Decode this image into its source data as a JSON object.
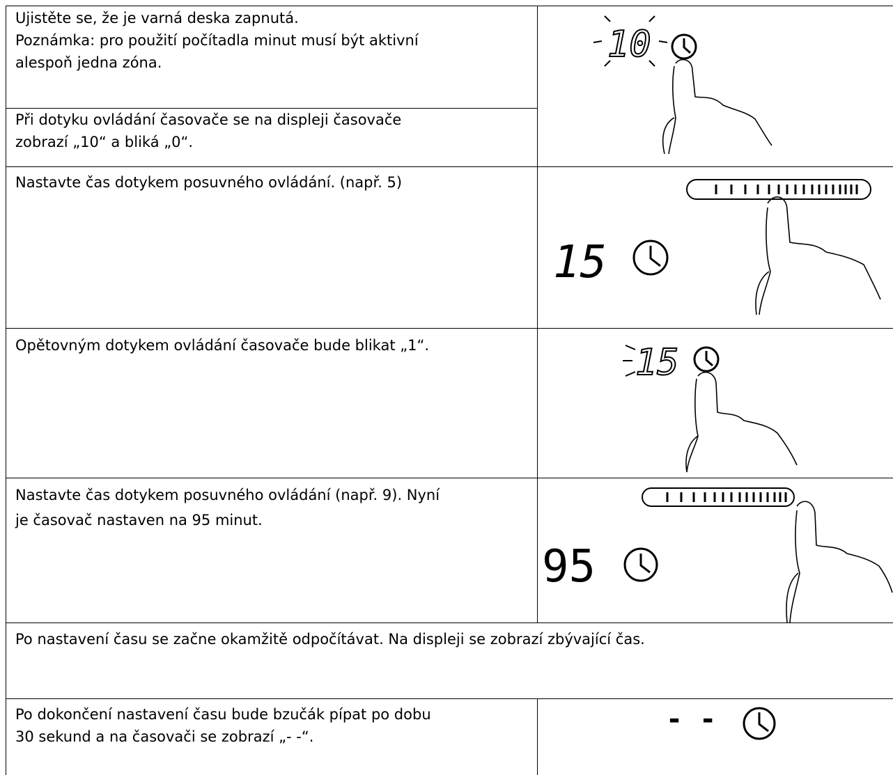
{
  "rows": [
    {
      "text": "Ujistěte se, že je varná deska zapnutá.\nPoznámka: pro použití počítadla minut musí být aktivní\nalespoň jedna zóna."
    },
    {
      "text": "Při dotyku ovládání časovače se na displeji časovače\nzobrazí „10“ a bliká „0“."
    },
    {
      "text": "Nastavte čas dotykem posuvného ovládání. (např. 5)"
    },
    {
      "text": "Opětovným dotykem ovládání časovače bude blikat „1“."
    },
    {
      "text": "Nastavte čas dotykem posuvného ovládání (např. 9). Nyní\nje časovač nastaven na 95 minut."
    },
    {
      "text": "Po nastavení času se začne okamžitě odpočítávat. Na displeji se zobrazí zbývající čas."
    },
    {
      "text": "Po dokončení nastavení času bude bzučák pípat po dobu\n30 sekund a na časovači se zobrazí „- -“."
    }
  ],
  "illustrations": {
    "display_1": "10",
    "display_2": "15",
    "display_3": "15",
    "display_4": "95",
    "display_5": "- -",
    "icons": [
      "clock-icon",
      "finger-icon",
      "slider-icon",
      "blink-rays-icon"
    ]
  }
}
